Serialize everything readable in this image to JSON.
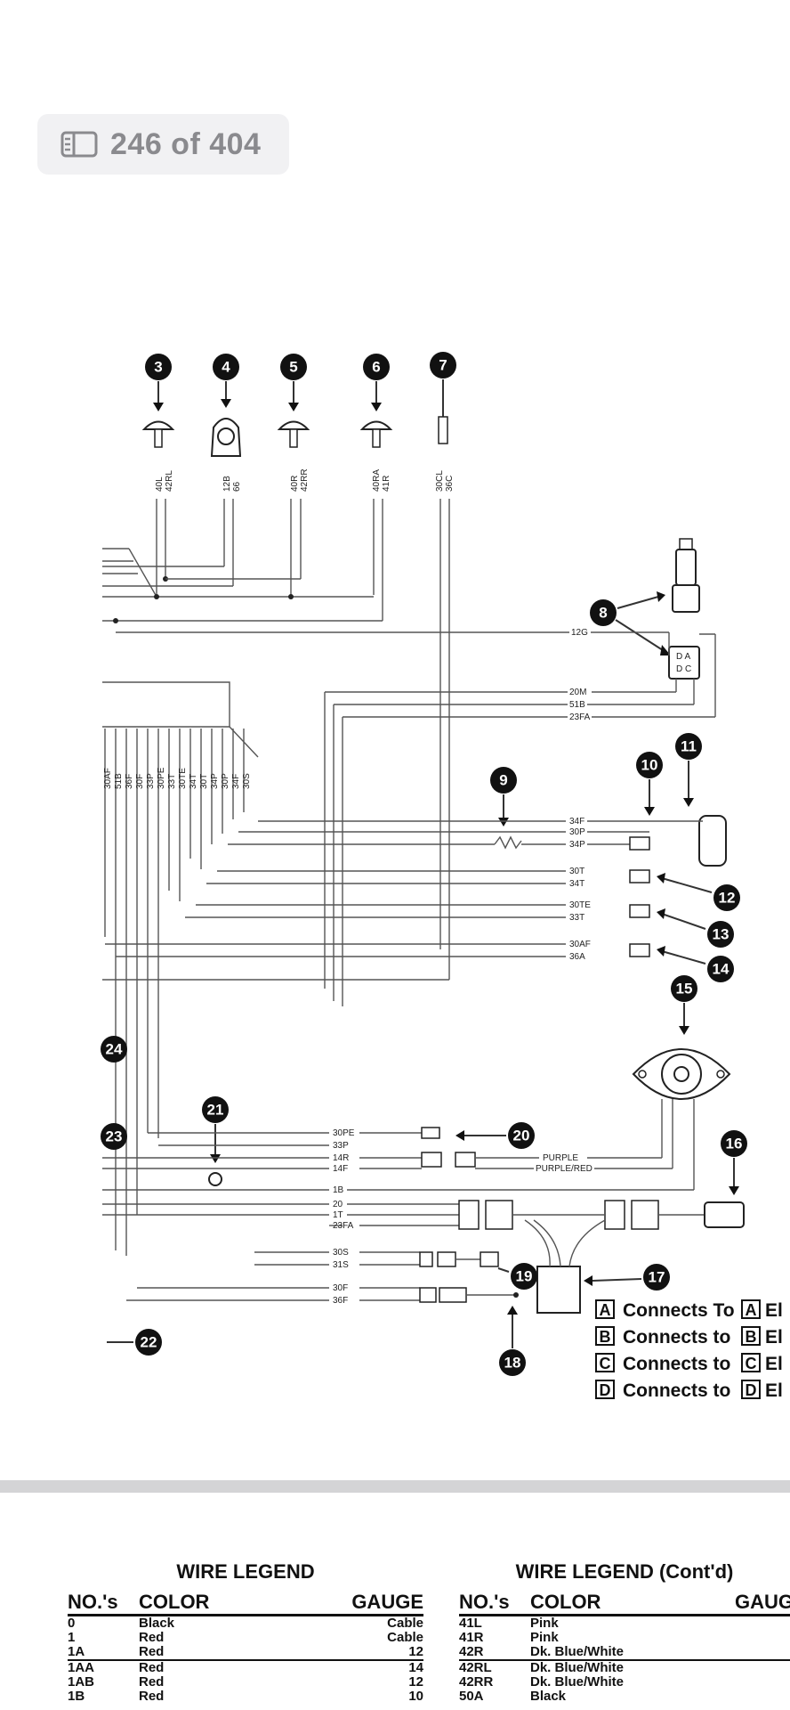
{
  "pager": {
    "label": "246 of 404",
    "icon": "sidebar-pages-icon"
  },
  "diagram": {
    "top_callouts": [
      "3",
      "4",
      "5",
      "6",
      "7"
    ],
    "component_labels": {
      "c3": [
        "40L",
        "42RL"
      ],
      "c4": [
        "12B",
        "66"
      ],
      "c5": [
        "40R",
        "42RR"
      ],
      "c6": [
        "40RA",
        "41R"
      ],
      "c7": [
        "30CL",
        "36C"
      ]
    },
    "harness_labels": [
      "30AF",
      "51B",
      "36F",
      "30F",
      "33P",
      "30PE",
      "33T",
      "30TE",
      "34T",
      "30T",
      "34P",
      "30P",
      "34F",
      "30S"
    ],
    "wire_labels": {
      "w12g": "12G",
      "w20m": "20M",
      "w51b": "51B",
      "w23fa": "23FA",
      "w34f": "34F",
      "w30p": "30P",
      "w34p": "34P",
      "w30t": "30T",
      "w34t": "34T",
      "w30te": "30TE",
      "w33t": "33T",
      "w30af": "30AF",
      "w36a": "36A",
      "w30pe": "30PE",
      "w33p": "33P",
      "w14r": "14R",
      "w14f": "14F",
      "w1b": "1B",
      "w20": "20",
      "w1t": "1T",
      "w23fa2": "23FA",
      "w30s": "30S",
      "w31s": "31S",
      "w30f": "30F",
      "w36f": "36F",
      "purple": "PURPLE",
      "purple_red": "PURPLE/RED"
    },
    "callouts": {
      "c8": "8",
      "c9": "9",
      "c10": "10",
      "c11": "11",
      "c12": "12",
      "c13": "13",
      "c14": "14",
      "c15": "15",
      "c16": "16",
      "c17": "17",
      "c18": "18",
      "c19": "19",
      "c20": "20",
      "c21": "21",
      "c22": "22",
      "c23": "23",
      "c24": "24"
    },
    "connection_key": [
      {
        "letter": "A",
        "text": "Connects To",
        "target": "A",
        "suffix": "El"
      },
      {
        "letter": "B",
        "text": "Connects to",
        "target": "B",
        "suffix": "El"
      },
      {
        "letter": "C",
        "text": "Connects to",
        "target": "C",
        "suffix": "El"
      },
      {
        "letter": "D",
        "text": "Connects to",
        "target": "D",
        "suffix": "El"
      }
    ]
  },
  "legend_left": {
    "title": "WIRE LEGEND",
    "headers": {
      "no": "NO.'s",
      "color": "COLOR",
      "gauge": "GAUGE"
    },
    "groups": [
      [
        {
          "no": "0",
          "color": "Black",
          "gauge": "Cable"
        },
        {
          "no": "1",
          "color": "Red",
          "gauge": "Cable"
        },
        {
          "no": "1A",
          "color": "Red",
          "gauge": "12"
        }
      ],
      [
        {
          "no": "1AA",
          "color": "Red",
          "gauge": "14"
        },
        {
          "no": "1AB",
          "color": "Red",
          "gauge": "12"
        },
        {
          "no": "1B",
          "color": "Red",
          "gauge": "10"
        }
      ]
    ]
  },
  "legend_right": {
    "title": "WIRE LEGEND (Cont'd)",
    "headers": {
      "no": "NO.'s",
      "color": "COLOR",
      "gauge": "GAUG"
    },
    "groups": [
      [
        {
          "no": "41L",
          "color": "Pink",
          "gauge": ""
        },
        {
          "no": "41R",
          "color": "Pink",
          "gauge": ""
        },
        {
          "no": "42R",
          "color": "Dk. Blue/White",
          "gauge": ""
        }
      ],
      [
        {
          "no": "42RL",
          "color": "Dk. Blue/White",
          "gauge": ""
        },
        {
          "no": "42RR",
          "color": "Dk. Blue/White",
          "gauge": ""
        },
        {
          "no": "50A",
          "color": "Black",
          "gauge": ""
        }
      ]
    ]
  }
}
